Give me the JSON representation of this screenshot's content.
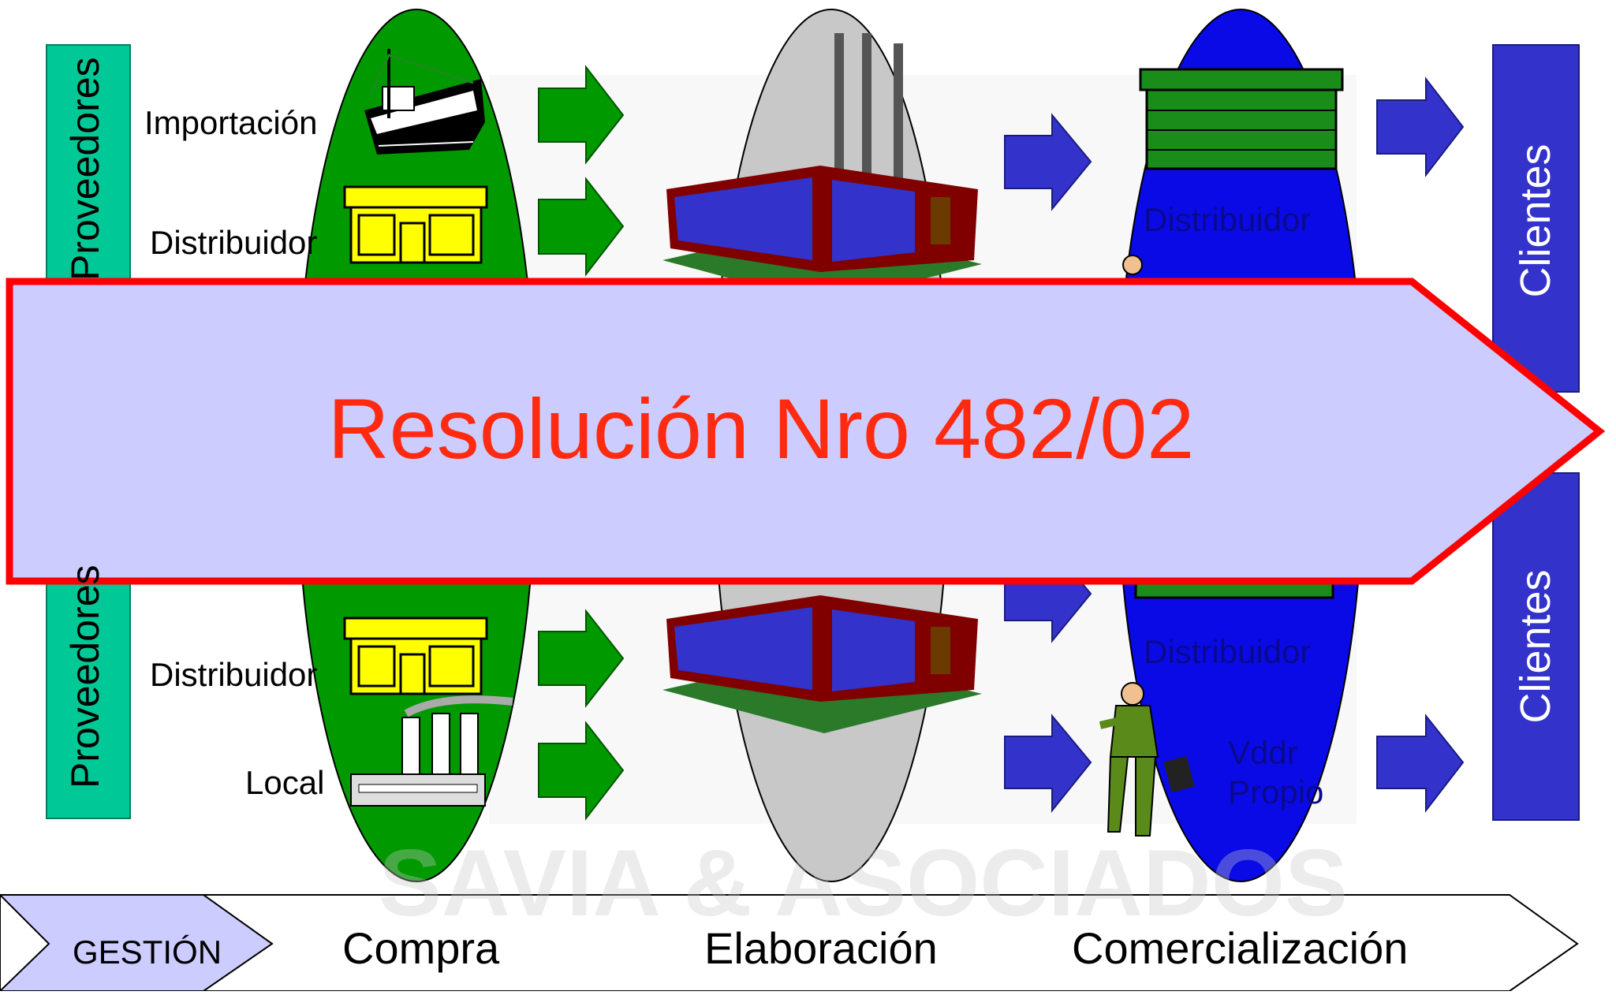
{
  "suppliers": {
    "column_label_top": "Proveedores",
    "column_label_bottom": "Proveedores",
    "top": [
      "Importación",
      "Distribuidor"
    ],
    "bottom": [
      "Distribuidor",
      "Local"
    ]
  },
  "commercial": {
    "top_label": "Distribuidor",
    "bottom_label": "Distribuidor",
    "own_seller": "Vddr\nPropio"
  },
  "clients": {
    "top_label": "Clientes",
    "bottom_label": "Clientes"
  },
  "banner": {
    "text": "Resolución Nro 482/02"
  },
  "watermark": {
    "text": "SAVIA & ASOCIADOS"
  },
  "timeline": {
    "gestion_label": "GESTIÓN",
    "stages": [
      "Compra",
      "Elaboración",
      "Comercialización"
    ]
  },
  "colors": {
    "supplier_box": "#00c896",
    "green_phase": "#009900",
    "gray_phase": "#c8c8c8",
    "blue_phase": "#0a0ae6",
    "client_box": "#3333cc",
    "banner_fill": "#ccccff",
    "banner_border": "#ff0000",
    "banner_text": "#ff2a10",
    "arrow_green": "#009900",
    "arrow_blue": "#3333cc"
  }
}
